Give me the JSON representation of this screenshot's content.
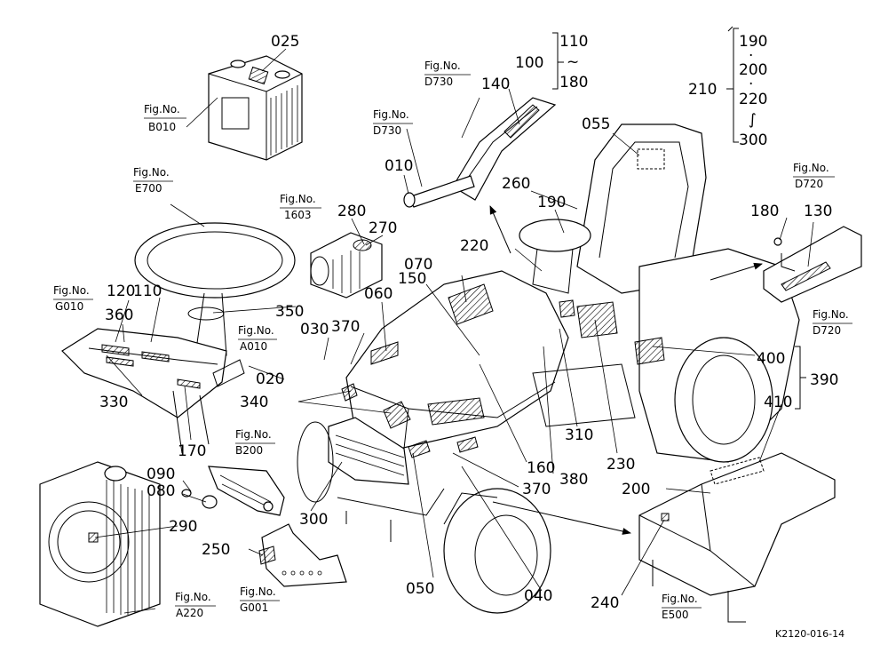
{
  "diagram": {
    "code": "K2120-016-14",
    "tilde": "~",
    "wave": "∫",
    "dot": "·",
    "fig_refs": {
      "b010": {
        "label": "Fig.No.",
        "value": "B010"
      },
      "d730_top": {
        "label": "Fig.No.",
        "value": "D730"
      },
      "d730": {
        "label": "Fig.No.",
        "value": "D730"
      },
      "e700": {
        "label": "Fig.No.",
        "value": "E700"
      },
      "f1603": {
        "label": "Fig.No.",
        "value": "1603"
      },
      "g010": {
        "label": "Fig.No.",
        "value": "G010"
      },
      "a010": {
        "label": "Fig.No.",
        "value": "A010"
      },
      "b200": {
        "label": "Fig.No.",
        "value": "B200"
      },
      "a220": {
        "label": "Fig.No.",
        "value": "A220"
      },
      "g001": {
        "label": "Fig.No.",
        "value": "G001"
      },
      "e500": {
        "label": "Fig.No.",
        "value": "E500"
      },
      "d720_top": {
        "label": "Fig.No.",
        "value": "D720"
      },
      "d720_bottom": {
        "label": "Fig.No.",
        "value": "D720"
      }
    },
    "parts": {
      "p025": "025",
      "p100": "100",
      "p110a": "110",
      "p180a": "180",
      "p140": "140",
      "p010": "010",
      "p055": "055",
      "p210": "210",
      "p190a": "190",
      "p200a": "200",
      "p220a": "220",
      "p300a": "300",
      "p260": "260",
      "p190": "190",
      "p280": "280",
      "p270": "270",
      "p220": "220",
      "p070": "070",
      "p150": "150",
      "p060": "060",
      "p120": "120",
      "p110": "110",
      "p360": "360",
      "p350": "350",
      "p030": "030",
      "p370": "370",
      "p020": "020",
      "p330": "330",
      "p340": "340",
      "p170": "170",
      "p180": "180",
      "p130": "130",
      "p400": "400",
      "p390": "390",
      "p410": "410",
      "p310": "310",
      "p230": "230",
      "p160": "160",
      "p380": "380",
      "p370b": "370",
      "p090": "090",
      "p080": "080",
      "p290": "290",
      "p300": "300",
      "p250": "250",
      "p200": "200",
      "p050": "050",
      "p040": "040",
      "p240": "240"
    }
  }
}
